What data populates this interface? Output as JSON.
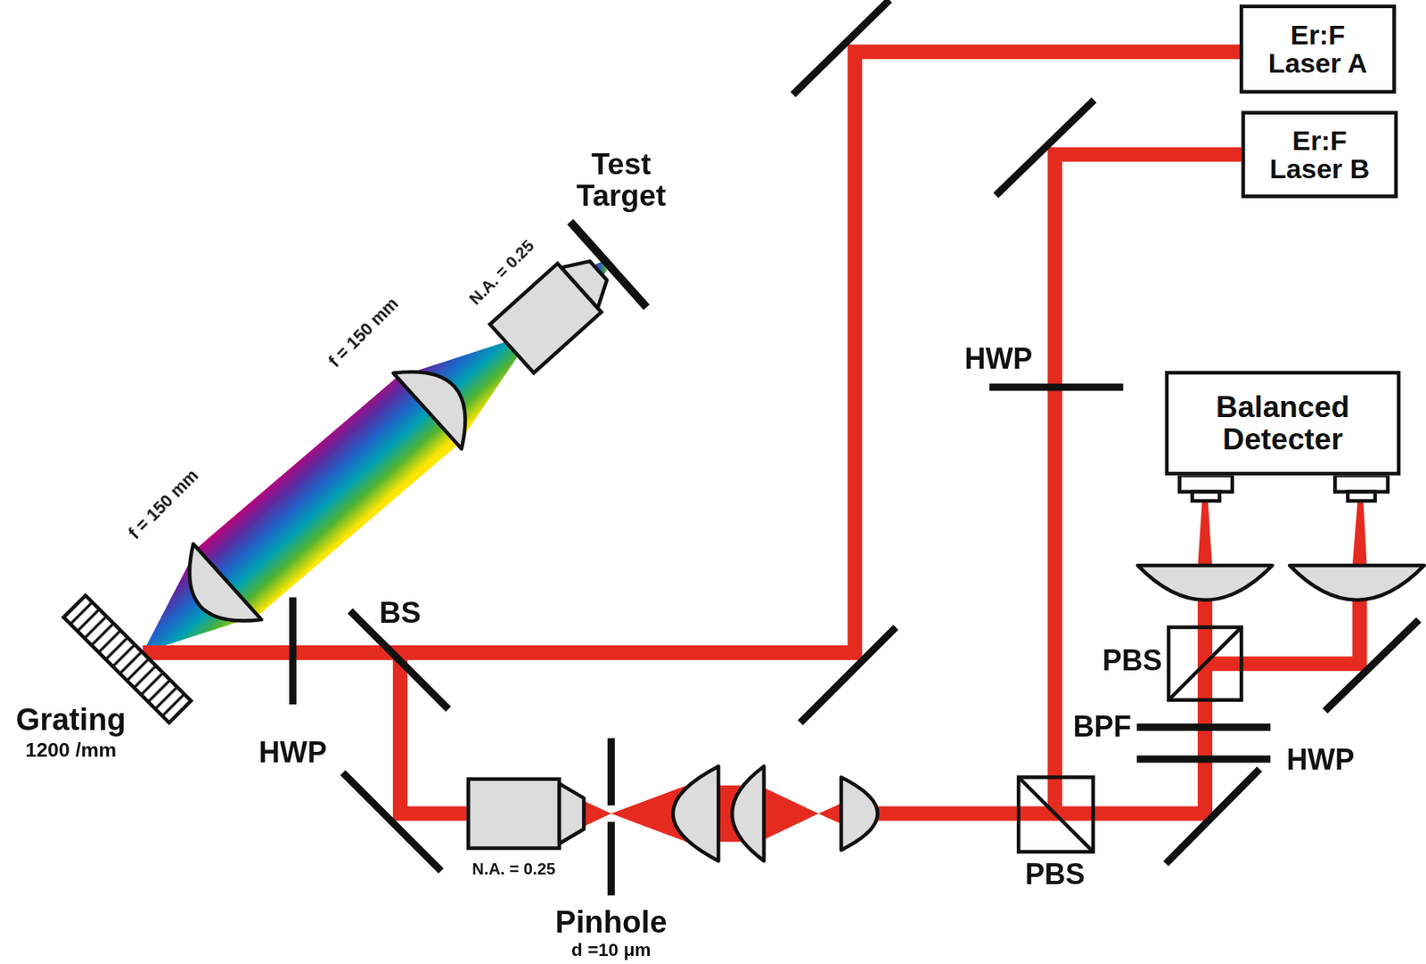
{
  "diagram": {
    "nodes": [
      {
        "text": [
          "Er:F Laser A"
        ]
      },
      {
        "text": [
          "Er:F Laser B"
        ]
      },
      {
        "text": [
          "Balanced Detecter"
        ]
      }
    ],
    "labels": [
      "Test Target",
      "N.A. = 0.25",
      "f = 150 mm",
      "f = 150 mm",
      "HWP",
      "BS",
      "HWP",
      "Grating",
      "1200 /mm",
      "PBS",
      "BPF",
      "HWP",
      "N.A. = 0.25",
      "Pinhole",
      "d =10 μm",
      "PBS"
    ]
  }
}
